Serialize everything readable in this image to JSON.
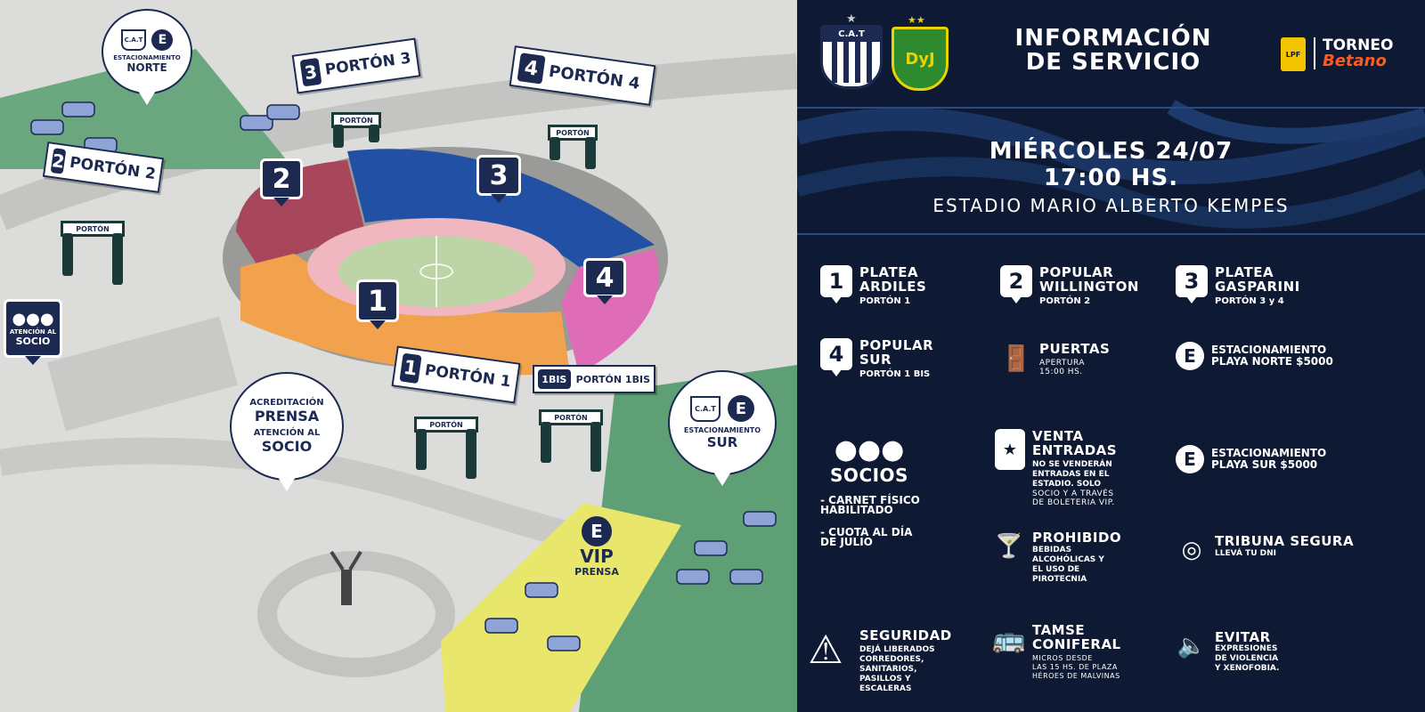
{
  "map": {
    "gates": {
      "porton1": {
        "num": "1",
        "label": "PORTÓN 1",
        "gate_text": "PORTÓN"
      },
      "porton1bis": {
        "num": "1BIS",
        "label": "PORTÓN 1BIS",
        "gate_text": "PORTÓN"
      },
      "porton2": {
        "num": "2",
        "label": "PORTÓN 2",
        "gate_text": "PORTÓN"
      },
      "porton3": {
        "num": "3",
        "label": "PORTÓN 3",
        "gate_text": "PORTÓN"
      },
      "porton4": {
        "num": "4",
        "label": "PORTÓN 4",
        "gate_text": "PORTÓN"
      }
    },
    "sectors": [
      "1",
      "2",
      "3",
      "4"
    ],
    "bubbles": {
      "norte": {
        "club": "C.A.T",
        "letter": "E",
        "line1": "ESTACIONAMIENTO",
        "line2": "NORTE"
      },
      "sur": {
        "club": "C.A.T",
        "letter": "E",
        "line1": "ESTACIONAMIENTO",
        "line2": "SUR"
      },
      "prensa": {
        "line1": "ACREDITACIÓN",
        "line2": "PRENSA",
        "line3": "ATENCIÓN AL",
        "line4": "SOCIO"
      }
    },
    "atencion_socio": {
      "line1": "ATENCIÓN AL",
      "line2": "SOCIO"
    },
    "vip": {
      "letter": "E",
      "line1": "VIP",
      "line2": "PRENSA"
    }
  },
  "header": {
    "club1": "C.A.T",
    "club2": "DyJ",
    "title_line1": "INFORMACIÓN",
    "title_line2": "DE SERVICIO",
    "league_logo": "LPF",
    "sponsor_line1": "TORNEO",
    "sponsor_line2": "Betano"
  },
  "event": {
    "date": "MIÉRCOLES 24/07",
    "time": "17:00 HS.",
    "venue": "ESTADIO MARIO ALBERTO KEMPES"
  },
  "info": {
    "s1": {
      "icon": "1",
      "title1": "PLATEA",
      "title2": "ARDILES",
      "sub": "PORTÓN 1"
    },
    "s2": {
      "icon": "2",
      "title1": "POPULAR",
      "title2": "WILLINGTON",
      "sub": "PORTÓN 2"
    },
    "s3": {
      "icon": "3",
      "title1": "PLATEA",
      "title2": "GASPARINI",
      "sub": "PORTÓN 3 y 4"
    },
    "s4": {
      "icon": "4",
      "title1": "POPULAR",
      "title2": "SUR",
      "sub": "PORTÓN 1 BIS"
    },
    "puertas": {
      "title": "PUERTAS",
      "line1": "APERTURA",
      "line2": "15:00 HS."
    },
    "est_norte": {
      "icon": "E",
      "line1": "ESTACIONAMIENTO",
      "line2": "PLAYA NORTE $5000"
    },
    "socios": {
      "title": "SOCIOS",
      "item1a": "- CARNET FÍSICO",
      "item1b": "HABILITADO",
      "item2a": "- CUOTA AL DÍA",
      "item2b": "DE JULIO"
    },
    "venta": {
      "title1": "VENTA",
      "title2": "ENTRADAS",
      "l1": "NO SE VENDERÁN",
      "l2": "ENTRADAS EN EL",
      "l3": "ESTADIO. SOLO",
      "l4": "SOCIO Y A TRAVÉS",
      "l5": "DE BOLETERIA VIP."
    },
    "est_sur": {
      "icon": "E",
      "line1": "ESTACIONAMIENTO",
      "line2": "PLAYA SUR $5000"
    },
    "prohibido": {
      "title": "PROHIBIDO",
      "l1": "BEBIDAS",
      "l2": "ALCOHÓLICAS Y",
      "l3": "EL USO DE",
      "l4": "PIROTECNIA"
    },
    "tribuna": {
      "title": "TRIBUNA SEGURA",
      "sub": "LLEVÁ TU DNI"
    },
    "seguridad": {
      "title": "SEGURIDAD",
      "l1": "DEJÁ LIBERADOS",
      "l2": "CORREDORES,",
      "l3": "SANITARIOS,",
      "l4": "PASILLOS Y",
      "l5": "ESCALERAS"
    },
    "tamse": {
      "title1": "TAMSE",
      "title2": "CONIFERAL",
      "l1": "MICROS DESDE",
      "l2": "LAS 15 HS. DE PLAZA",
      "l3": "HÉROES DE MALVINAS"
    },
    "evitar": {
      "title": "EVITAR",
      "l1": "EXPRESIONES",
      "l2": "DE VIOLENCIA",
      "l3": "Y XENOFOBIA."
    }
  },
  "colors": {
    "navy": "#1c2a52",
    "panel": "#0e1a33",
    "green": "#5a9e73",
    "yellow": "#e8e56a",
    "orange": "#f2a14a",
    "blue": "#1f4fa0",
    "pink": "#e06cb4",
    "maroon": "#a0455a"
  }
}
